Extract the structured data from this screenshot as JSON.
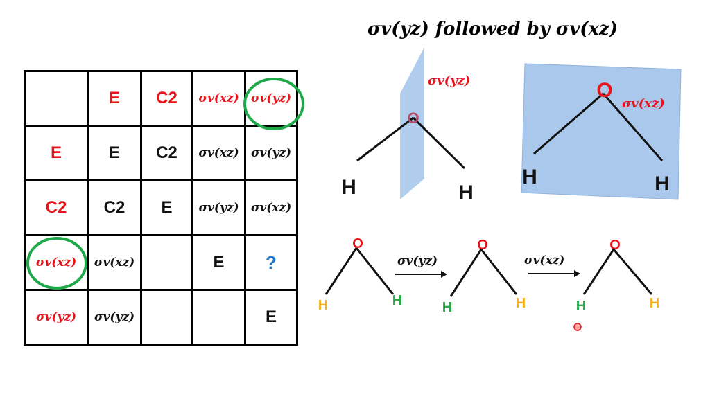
{
  "title": "σv(yz) followed by σv(xz)",
  "table": {
    "rows": [
      [
        "",
        "E",
        "C2",
        "σv(xz)",
        "σv(yz)"
      ],
      [
        "E",
        "E",
        "C2",
        "σv(xz)",
        "σv(yz)"
      ],
      [
        "C2",
        "C2",
        "E",
        "σv(yz)",
        "σv(xz)"
      ],
      [
        "σv(xz)",
        "σv(xz)",
        "",
        "E",
        "?"
      ],
      [
        "σv(yz)",
        "σv(yz)",
        "",
        "",
        "E"
      ]
    ]
  },
  "molecules": {
    "plane_yz_label": "σv(yz)",
    "plane_xz_label": "σv(xz)",
    "oxygen": "O",
    "hydrogen": "H",
    "arrow1_label": "σv(yz)",
    "arrow2_label": "σv(xz)"
  },
  "colors": {
    "red": "#e8141b",
    "green": "#1fa84a",
    "blue": "#1f77c8",
    "plane": "#a9c8ec",
    "h_yellow": "#f2b01e",
    "h_green": "#2aa84a"
  }
}
